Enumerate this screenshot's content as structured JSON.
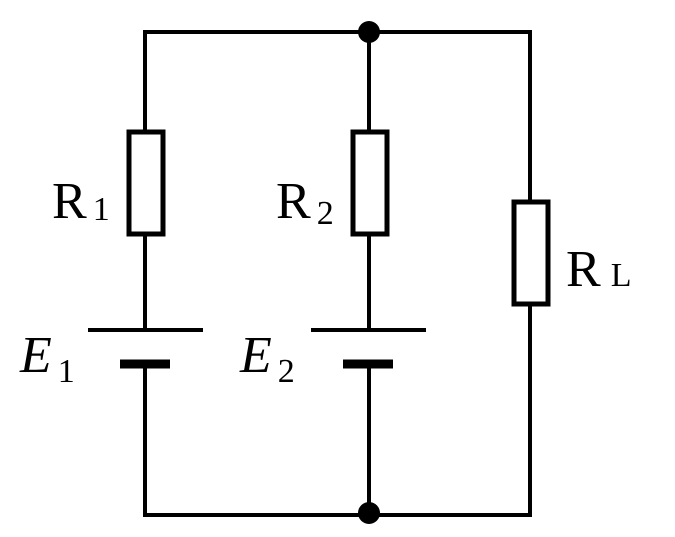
{
  "diagram": {
    "resistors": [
      {
        "symbol": "R",
        "subscript": "1"
      },
      {
        "symbol": "R",
        "subscript": "2"
      },
      {
        "symbol": "R",
        "subscript": "L"
      }
    ],
    "sources": [
      {
        "symbol": "E",
        "subscript": "1"
      },
      {
        "symbol": "E",
        "subscript": "2"
      }
    ],
    "colors": {
      "stroke": "#000000",
      "background": "#ffffff"
    }
  }
}
